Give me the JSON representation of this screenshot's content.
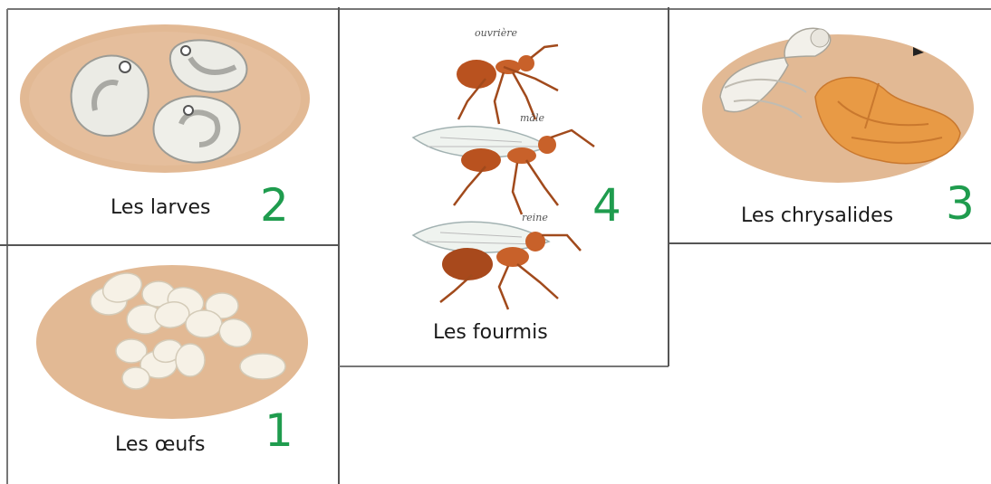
{
  "colors": {
    "number_green": "#1f9c4e",
    "ground": "#e2b994",
    "egg": "#f6f1e6",
    "larva": "#e4e4de",
    "pupa_orange": "#e89a45",
    "ant_body": "#c8612a",
    "border": "#777777"
  },
  "cards": {
    "larves": {
      "label": "Les larves",
      "number": "2"
    },
    "oeufs": {
      "label": "Les œufs",
      "number": "1"
    },
    "fourmis": {
      "label": "Les fourmis",
      "number": "4",
      "ants": [
        {
          "caption": "ouvrière"
        },
        {
          "caption": "mâle"
        },
        {
          "caption": "reine"
        }
      ]
    },
    "chrysalides": {
      "label": "Les chrysalides",
      "number": "3"
    }
  }
}
